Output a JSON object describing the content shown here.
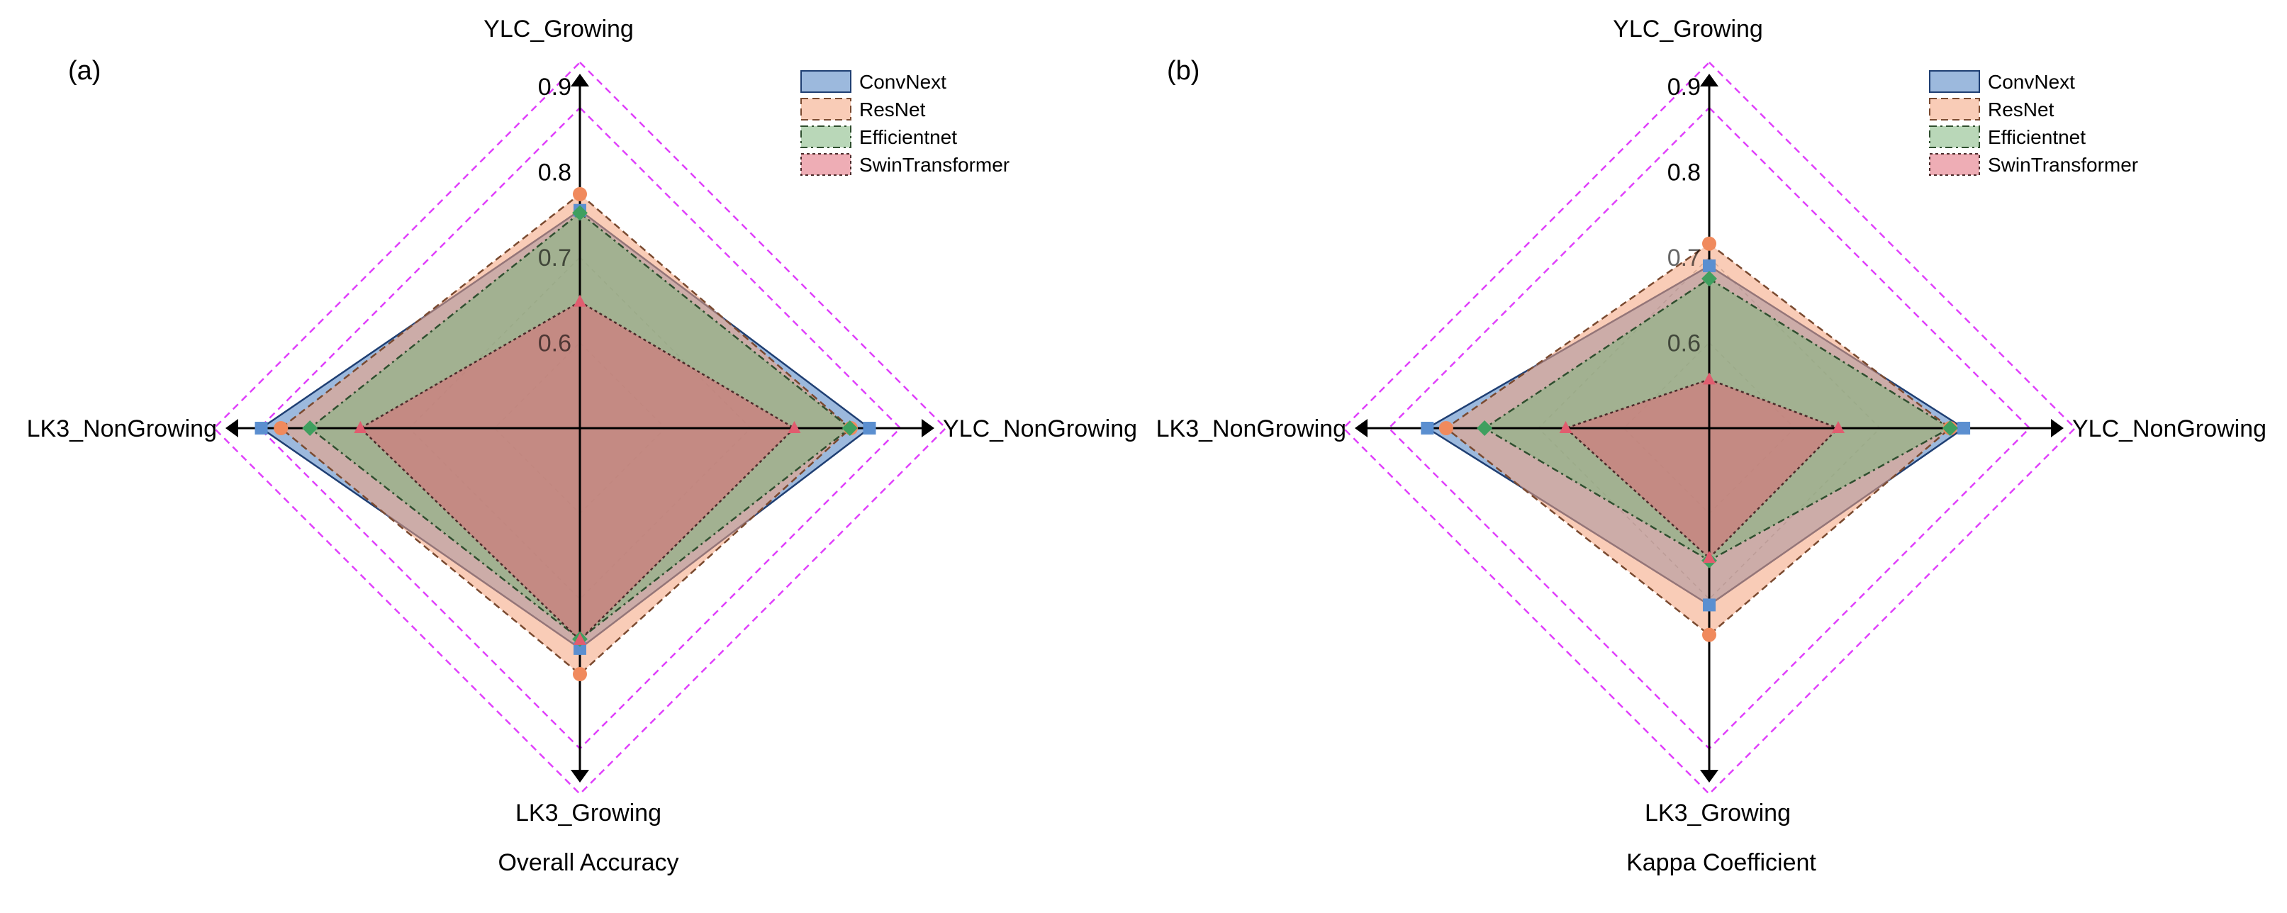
{
  "chart_data": [
    {
      "type": "radar",
      "panel_label": "(a)",
      "caption": "Overall Accuracy",
      "axes": [
        "YLC_Growing",
        "YLC_NonGrowing",
        "LK3_Growing",
        "LK3_NonGrowing"
      ],
      "ticks": [
        "0.6",
        "0.7",
        "0.8",
        "0.9"
      ],
      "range": [
        0.5,
        0.9
      ],
      "grid": "diamond rings at 0.8 and 0.9 (dashed)",
      "legend_position": "top-right",
      "series": [
        {
          "name": "ConvNext",
          "values": [
            0.755,
            0.839,
            0.758,
            0.873
          ],
          "fill": "#4a7fc1",
          "stroke": "#1f3f73",
          "marker": "#5b8fd0",
          "dash": "none"
        },
        {
          "name": "ResNet",
          "values": [
            0.774,
            0.817,
            0.788,
            0.85
          ],
          "fill": "#f4a27c",
          "stroke": "#7a4a30",
          "marker": "#f08a5d",
          "dash": "10 6"
        },
        {
          "name": "Efficientnet",
          "values": [
            0.752,
            0.816,
            0.747,
            0.816
          ],
          "fill": "#7fb77e",
          "stroke": "#2f4f2f",
          "marker": "#3f9f5f",
          "dash": "10 5 3 5"
        },
        {
          "name": "SwinTransformer",
          "values": [
            0.648,
            0.751,
            0.748,
            0.757
          ],
          "fill": "#e06a78",
          "stroke": "#4a2a2a",
          "marker": "#e05d6f",
          "dash": "4 4"
        }
      ]
    },
    {
      "type": "radar",
      "panel_label": "(b)",
      "caption": "Kappa Coefficient",
      "axes": [
        "YLC_Growing",
        "YLC_NonGrowing",
        "LK3_Growing",
        "LK3_NonGrowing"
      ],
      "ticks": [
        "0.6",
        "0.7",
        "0.8",
        "0.9"
      ],
      "range": [
        0.5,
        0.9
      ],
      "grid": "diamond rings at 0.8 and 0.9 (dashed)",
      "legend_position": "top-right",
      "series": [
        {
          "name": "ConvNext",
          "values": [
            0.69,
            0.798,
            0.707,
            0.83
          ],
          "fill": "#4a7fc1",
          "stroke": "#1f3f73",
          "marker": "#5b8fd0",
          "dash": "none"
        },
        {
          "name": "ResNet",
          "values": [
            0.716,
            0.782,
            0.742,
            0.808
          ],
          "fill": "#f4a27c",
          "stroke": "#7a4a30",
          "marker": "#f08a5d",
          "dash": "10 6"
        },
        {
          "name": "Efficientnet",
          "values": [
            0.675,
            0.782,
            0.655,
            0.763
          ],
          "fill": "#7fb77e",
          "stroke": "#2f4f2f",
          "marker": "#3f9f5f",
          "dash": "10 5 3 5"
        },
        {
          "name": "SwinTransformer",
          "values": [
            0.557,
            0.651,
            0.652,
            0.668
          ],
          "fill": "#e06a78",
          "stroke": "#4a2a2a",
          "marker": "#e05d6f",
          "dash": "4 4"
        }
      ]
    }
  ],
  "colors": {
    "axis": "#000000",
    "grid_ring": "#e040fb",
    "inner_grid": "#b0b0b0"
  }
}
